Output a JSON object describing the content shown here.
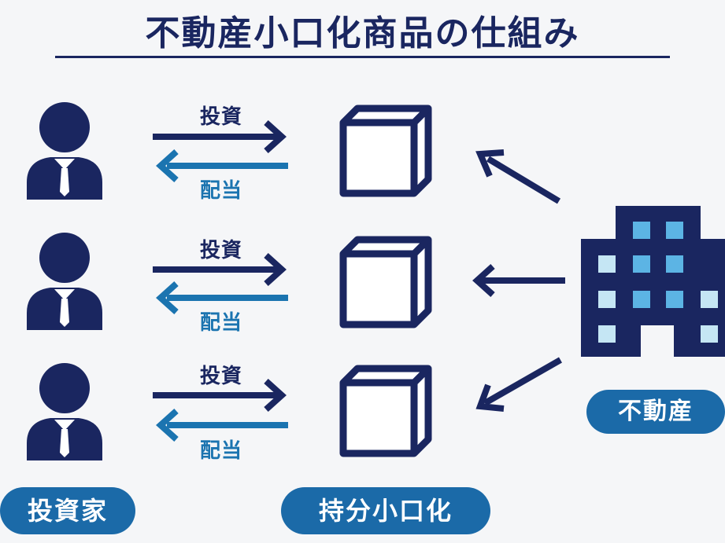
{
  "title": "不動産小口化商品の仕組み",
  "flows": [
    {
      "invest_label": "投資",
      "dividend_label": "配当"
    },
    {
      "invest_label": "投資",
      "dividend_label": "配当"
    },
    {
      "invest_label": "投資",
      "dividend_label": "配当"
    }
  ],
  "labels": {
    "investor": "投資家",
    "fractional": "持分小口化",
    "real_estate": "不動産"
  },
  "colors": {
    "navy": "#1a2660",
    "blue": "#1b74b0",
    "pill": "#1b6aa8",
    "window_light": "#c5e6f4",
    "window_mid": "#5cb4e4"
  }
}
